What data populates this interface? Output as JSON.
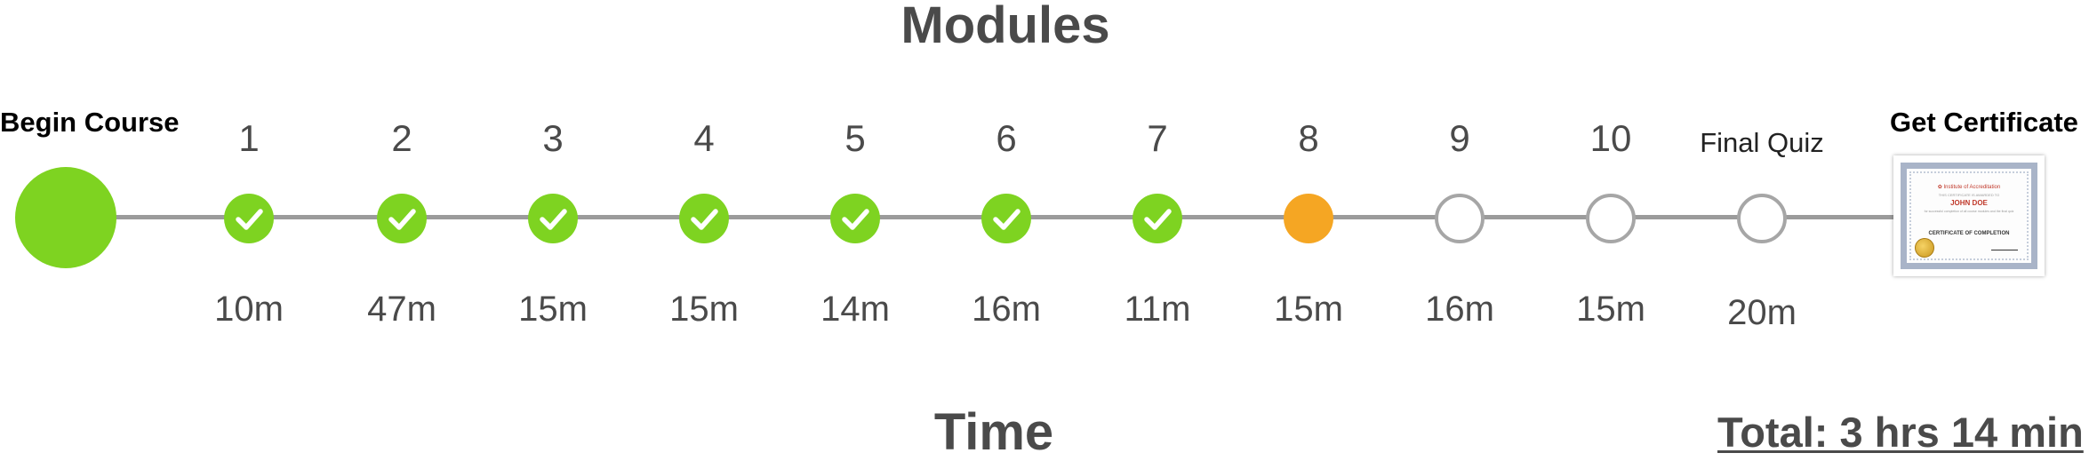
{
  "header": {
    "title": "Modules"
  },
  "footer": {
    "title": "Time",
    "total": "Total: 3 hrs 14 min"
  },
  "start": {
    "label": "Begin Course"
  },
  "end": {
    "label": "Get Certificate"
  },
  "colors": {
    "done": "#7ed321",
    "current": "#f5a623",
    "todo_border": "#a6a6a6",
    "track": "#9b9b9b",
    "text": "#4a4a4a"
  },
  "modules": [
    {
      "label": "1",
      "duration": "10m",
      "status": "done"
    },
    {
      "label": "2",
      "duration": "47m",
      "status": "done"
    },
    {
      "label": "3",
      "duration": "15m",
      "status": "done"
    },
    {
      "label": "4",
      "duration": "15m",
      "status": "done"
    },
    {
      "label": "5",
      "duration": "14m",
      "status": "done"
    },
    {
      "label": "6",
      "duration": "16m",
      "status": "done"
    },
    {
      "label": "7",
      "duration": "11m",
      "status": "done"
    },
    {
      "label": "8",
      "duration": "15m",
      "status": "current"
    },
    {
      "label": "9",
      "duration": "16m",
      "status": "todo"
    },
    {
      "label": "10",
      "duration": "15m",
      "status": "todo"
    },
    {
      "label": "Final Quiz",
      "duration": "20m",
      "status": "todo"
    }
  ],
  "certificate": {
    "org": "✿ Institute of Accreditation",
    "awarded": "THIS CERTIFICATE IS AWARDED TO",
    "name": "JOHN DOE",
    "text": "for successful completion of all course modules and the final quiz",
    "title": "CERTIFICATE OF COMPLETION"
  }
}
